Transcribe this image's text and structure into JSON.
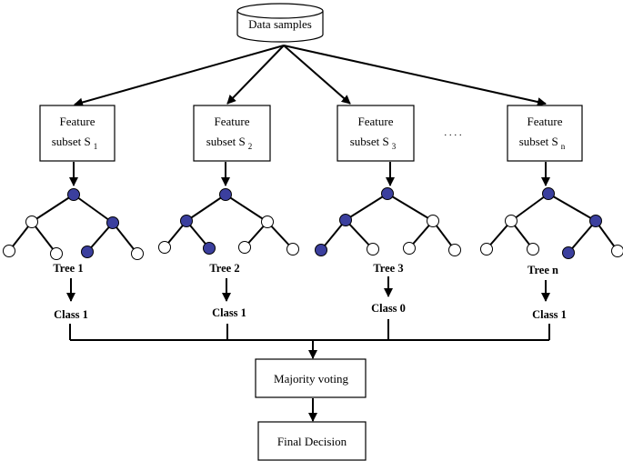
{
  "source": {
    "label": "Data samples"
  },
  "subsets": [
    {
      "line1": "Feature",
      "line2": "subset S",
      "subscript": "1"
    },
    {
      "line1": "Feature",
      "line2": "subset S",
      "subscript": "2"
    },
    {
      "line1": "Feature",
      "line2": "subset S",
      "subscript": "3"
    },
    {
      "line1": "Feature",
      "line2": "subset S",
      "subscript": "n"
    }
  ],
  "ellipsis": ". . . .",
  "trees": [
    {
      "label": "Tree 1",
      "class_label": "Class 1"
    },
    {
      "label": "Tree 2",
      "class_label": "Class 1"
    },
    {
      "label": "Tree 3",
      "class_label": "Class 0"
    },
    {
      "label": "Tree n",
      "class_label": "Class 1"
    }
  ],
  "voting": {
    "label": "Majority voting"
  },
  "decision": {
    "label": "Final Decision"
  },
  "colors": {
    "node_fill": "#3b3f9e",
    "line": "#000000"
  }
}
